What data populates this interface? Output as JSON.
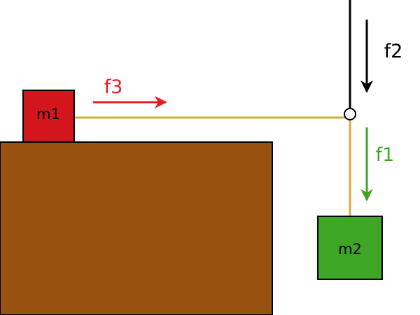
{
  "masses": {
    "m1": "m1",
    "m2": "m2"
  },
  "forces": {
    "f1": "f1",
    "f2": "f2",
    "f3": "f3"
  },
  "colors": {
    "table": "#98510f",
    "m1_fill": "#d3161d",
    "m2_fill": "#3da624",
    "rope": "#d4ad3b",
    "f1": "#3da624",
    "f2": "#000000",
    "f3": "#e31e24",
    "outline": "#000000"
  }
}
